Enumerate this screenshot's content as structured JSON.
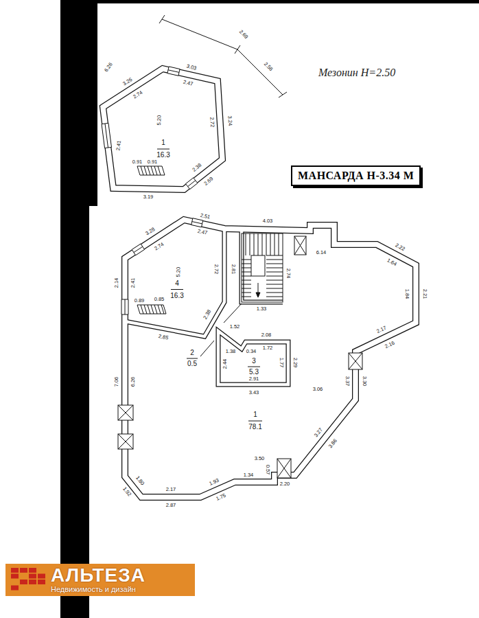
{
  "diagram": {
    "nodes": [
      {
        "text": [
          "МАНСАРДА Н-3.34 М"
        ]
      },
      {
        "text": [
          "АЛЬТЕЗА",
          "Недвижимость и дизайн"
        ]
      }
    ],
    "labels": [
      "2.69",
      "2.58",
      "Мезонин H=2.50",
      "6.26",
      "3.26",
      "3.03",
      "2.74",
      "2.47",
      "3.24",
      "2.72",
      "5.20",
      "1",
      "16.3",
      "2.41",
      "0.91",
      "0.91",
      "2.38",
      "2.69",
      "3.19",
      "3.28",
      "2.51",
      "4.03",
      "2.74",
      "2.47",
      "6.14",
      "2.22",
      "1.64",
      "2.81",
      "2.72",
      "5.20",
      "4",
      "16.3",
      "2.74",
      "2.14",
      "2.41",
      "1.84",
      "2.21",
      "0.89",
      "0.85",
      "1.33",
      "2.38",
      "1.52",
      "2.17",
      "2.16",
      "2.08",
      "2.85",
      "1.38",
      "0.34",
      "1.72",
      "2",
      "0.5",
      "3",
      "5.3",
      "2.44",
      "1.77",
      "2.29",
      "2.91",
      "3.37",
      "3.30",
      "7.06",
      "6.26",
      "3.06",
      "3.43",
      "1",
      "78.1",
      "3.27",
      "3.86",
      "3.50",
      "0.57",
      "1.34",
      "1.93",
      "1.80",
      "2.20",
      "2.17",
      "1.75",
      "1.92",
      "2.87"
    ]
  }
}
